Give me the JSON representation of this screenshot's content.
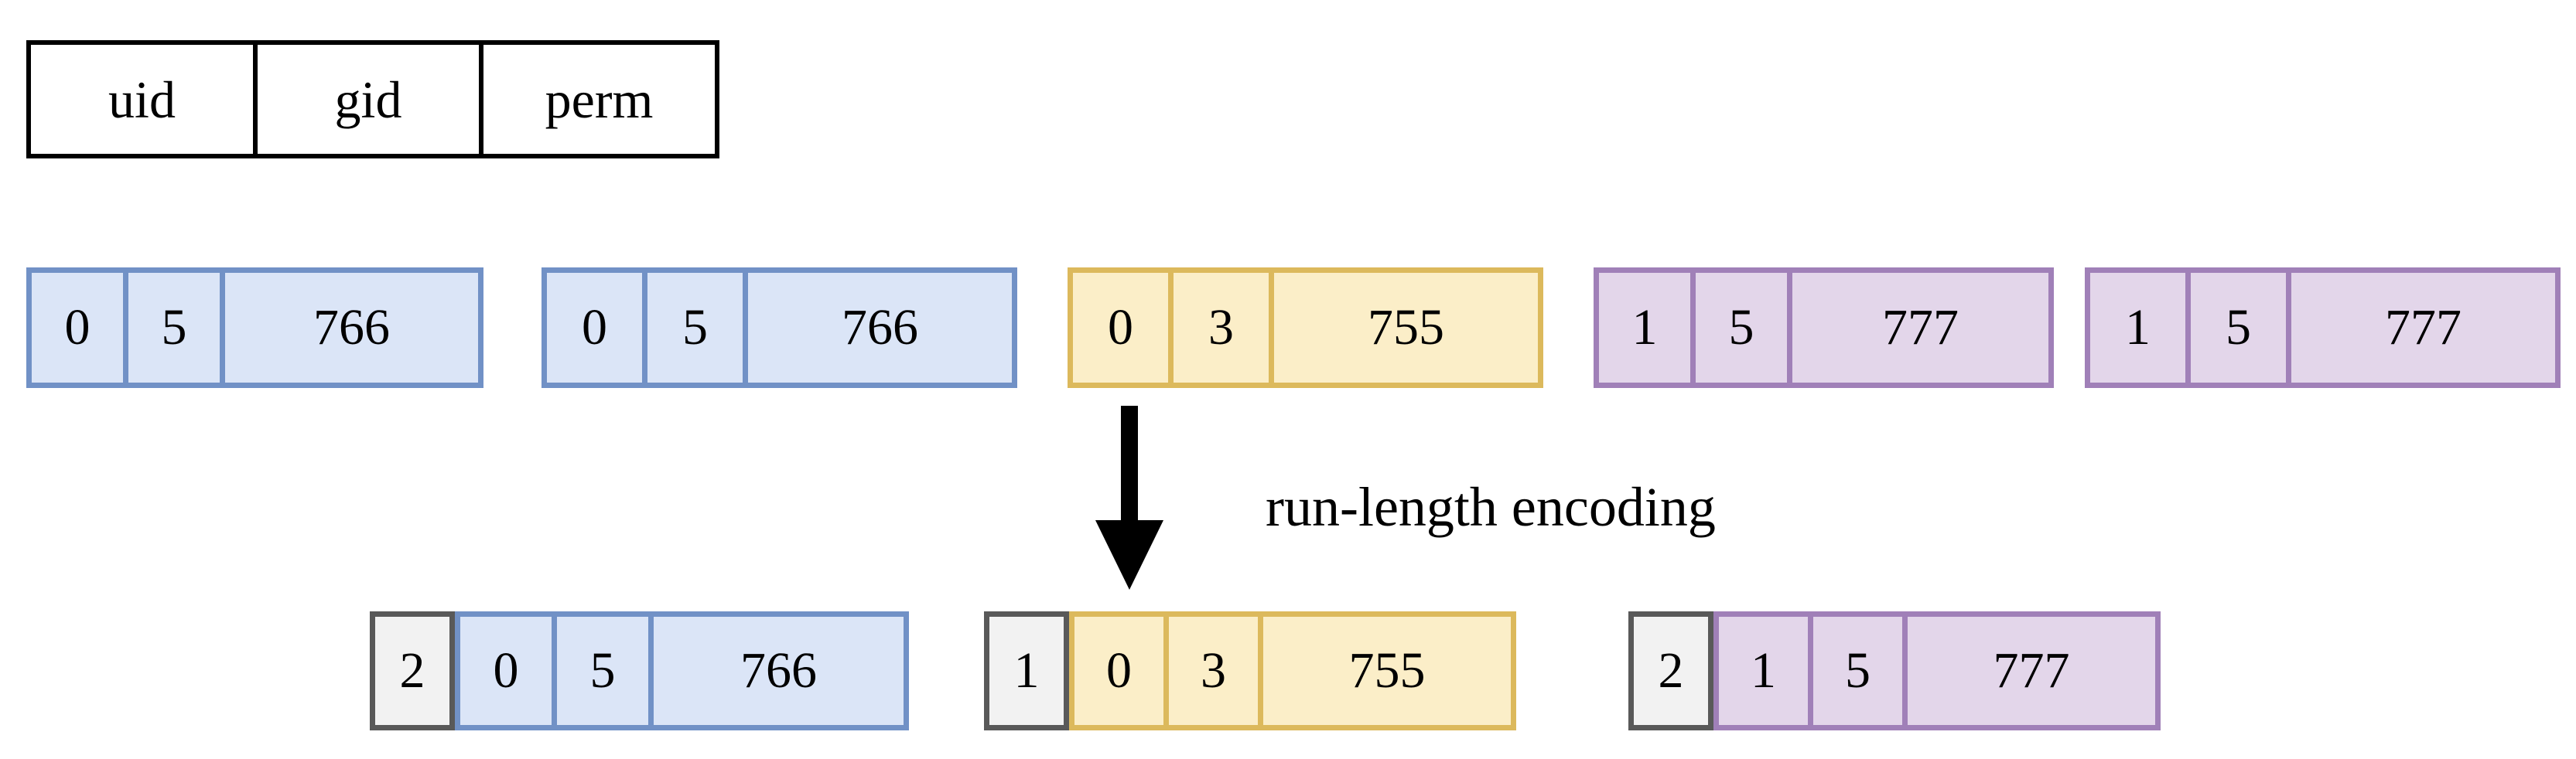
{
  "diagram": {
    "title_row": {
      "label": "field-header",
      "fields": [
        {
          "name": "uid"
        },
        {
          "name": "gid"
        },
        {
          "name": "perm"
        }
      ]
    },
    "uncompressed_row": {
      "label": "uncompressed-acl-entries",
      "entries": [
        {
          "group": "blue",
          "uid": "0",
          "gid": "5",
          "perm": "766"
        },
        {
          "group": "blue",
          "uid": "0",
          "gid": "5",
          "perm": "766"
        },
        {
          "group": "yellow",
          "uid": "0",
          "gid": "3",
          "perm": "755"
        },
        {
          "group": "purple",
          "uid": "1",
          "gid": "5",
          "perm": "777"
        },
        {
          "group": "purple",
          "uid": "1",
          "gid": "5",
          "perm": "777"
        }
      ]
    },
    "transform": {
      "arrow": "down-arrow-icon",
      "caption": "run-length encoding"
    },
    "encoded_row": {
      "label": "run-length-encoded-acl-entries",
      "entries": [
        {
          "group": "blue",
          "count": "2",
          "uid": "0",
          "gid": "5",
          "perm": "766"
        },
        {
          "group": "yellow",
          "count": "1",
          "uid": "0",
          "gid": "3",
          "perm": "755"
        },
        {
          "group": "purple",
          "count": "2",
          "uid": "1",
          "gid": "5",
          "perm": "777"
        }
      ]
    },
    "colors": {
      "blue_fill": "#dbe5f7",
      "blue_border": "#7191c6",
      "yellow_fill": "#fbeec8",
      "yellow_border": "#dcb95c",
      "purple_fill": "#e3d6ea",
      "purple_border": "#a080b8",
      "count_fill": "#f2f2f2",
      "count_border": "#595959",
      "header_border": "#000000",
      "text": "#000000",
      "background": "#ffffff"
    }
  }
}
